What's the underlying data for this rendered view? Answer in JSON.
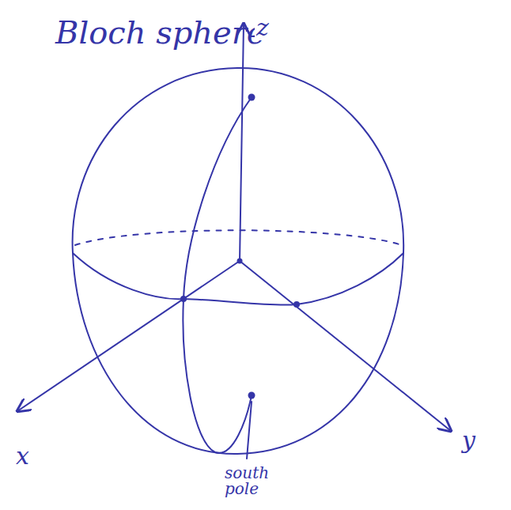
{
  "diagram": {
    "title": "Bloch sphere",
    "labels": [
      "z",
      "x",
      "y",
      "south pole"
    ]
  }
}
